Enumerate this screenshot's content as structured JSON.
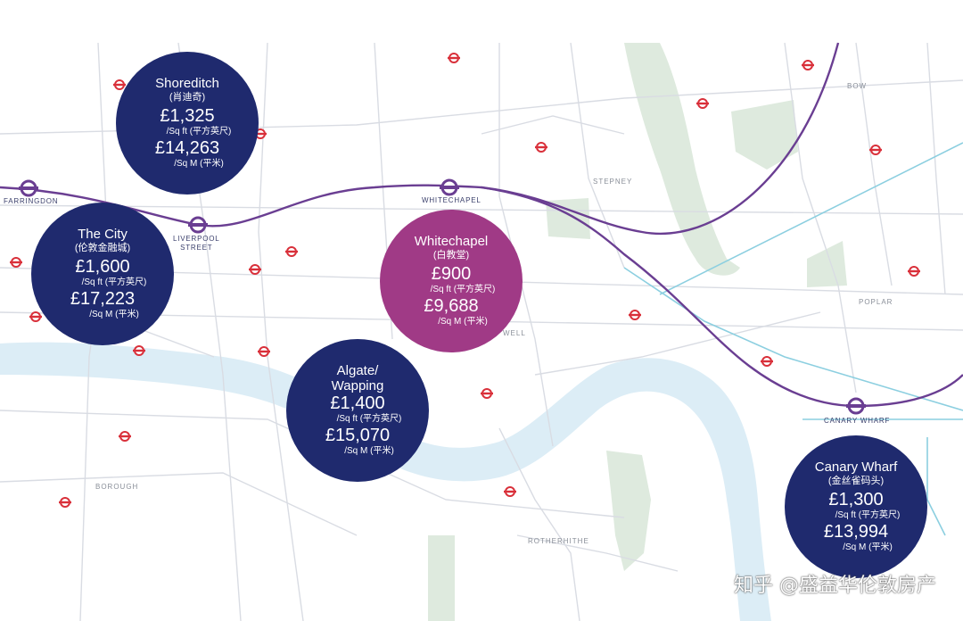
{
  "map": {
    "colors": {
      "background": "#ffffff",
      "river": "#dcedf6",
      "park": "#deeade",
      "road": "#d9dce3",
      "tube_line": "#6a3e92",
      "dlr_line": "#8ccfe0",
      "station_marker": "#d9303a",
      "bubble_navy": "#1f2a6e",
      "bubble_magenta": "#a03a86"
    },
    "area_labels": [
      "BOW",
      "STEPNEY",
      "POPLAR",
      "BOROUGH",
      "ROTHERHITHE",
      "CANARY WHARF",
      "WELL"
    ],
    "stations": [
      {
        "id": "farringdon",
        "label": "FARRINGDON"
      },
      {
        "id": "liverpool-street",
        "label": "LIVERPOOL\nSTREET"
      },
      {
        "id": "whitechapel",
        "label": "WHITECHAPEL"
      },
      {
        "id": "canary-wharf",
        "label": "CANARY WHARF"
      }
    ],
    "station_marker_icon": "rail-station-icon"
  },
  "districts": [
    {
      "id": "shoreditch",
      "name": "Shoreditch",
      "name_cn": "(肖迪奇)",
      "price_sqft": "£1,325",
      "unit_sqft": "/Sq ft (平方英尺)",
      "price_sqm": "£14,263",
      "unit_sqm": "/Sq M (平米)",
      "color": "#1f2a6e"
    },
    {
      "id": "the-city",
      "name": "The City",
      "name_cn": "(伦敦金融城)",
      "price_sqft": "£1,600",
      "unit_sqft": "/Sq ft (平方英尺)",
      "price_sqm": "£17,223",
      "unit_sqm": "/Sq M (平米)",
      "color": "#1f2a6e"
    },
    {
      "id": "whitechapel",
      "name": "Whitechapel",
      "name_cn": "(白教堂)",
      "price_sqft": "£900",
      "unit_sqft": "/Sq ft (平方英尺)",
      "price_sqm": "£9,688",
      "unit_sqm": "/Sq M (平米)",
      "color": "#a03a86"
    },
    {
      "id": "aldgate-wapping",
      "name": "Algate/\nWapping",
      "name_cn": "",
      "price_sqft": "£1,400",
      "unit_sqft": "/Sq ft (平方英尺)",
      "price_sqm": "£15,070",
      "unit_sqm": "/Sq M (平米)",
      "color": "#1f2a6e"
    },
    {
      "id": "canary-wharf",
      "name": "Canary Wharf",
      "name_cn": "(金丝雀码头)",
      "price_sqft": "£1,300",
      "unit_sqft": "/Sq ft (平方英尺)",
      "price_sqm": "£13,994",
      "unit_sqm": "/Sq M (平米)",
      "color": "#1f2a6e"
    }
  ],
  "watermark": "知乎 @盛益华伦敦房产"
}
